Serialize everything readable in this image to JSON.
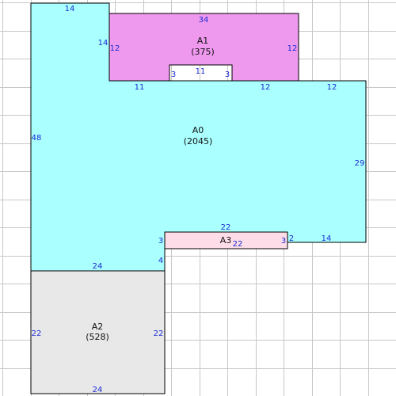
{
  "colors": {
    "grid": "#c8c8c8",
    "outline": "#000000",
    "dimension_text": "#1a2bd6",
    "area_text": "#111111"
  },
  "areas": [
    {
      "id": "A0",
      "name": "A0",
      "value": "(2045)",
      "fill": "#aaffff"
    },
    {
      "id": "A1",
      "name": "A1",
      "value": "(375)",
      "fill": "#ee99ee"
    },
    {
      "id": "A2",
      "name": "A2",
      "value": "(528)",
      "fill": "#e8e8e8"
    },
    {
      "id": "A3",
      "name": "A3",
      "value": "",
      "fill": "#ffdde8"
    }
  ],
  "dimensions": {
    "a0_top": "14",
    "a0_left_upper": "14",
    "a0_left": "48",
    "a0_notch": "11",
    "a0_step_left": "12",
    "a0_step_right": "12",
    "a0_right": "29",
    "a0_lower_right_a": "2",
    "a0_lower_right_b": "14",
    "a0_bottom": "24",
    "a0_bottom_step": "4",
    "a1_top": "34",
    "a1_left": "12",
    "a1_right": "12",
    "a1_notch_left": "3",
    "a1_notch_bottom": "11",
    "a1_notch_right": "3",
    "a3_top": "22",
    "a3_bottom": "22",
    "a3_left": "3",
    "a3_right": "3",
    "a2_top": "24",
    "a2_left": "22",
    "a2_right": "22",
    "a2_bottom": "24"
  }
}
